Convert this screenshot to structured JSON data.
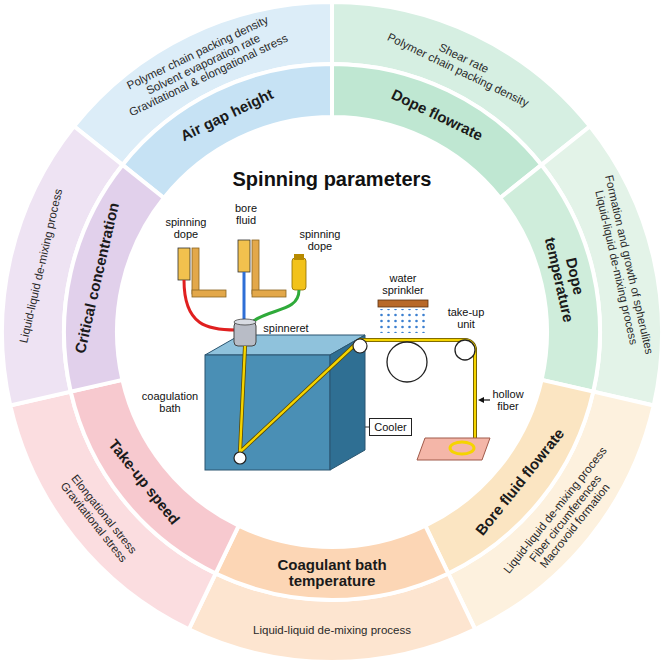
{
  "diagram": {
    "title": "Spinning parameters",
    "nodes": [
      {
        "text": [
          "Air gap height",
          "Polymer chain packing density",
          "Solvent evaporation rate",
          "Gravitational & elongational stress"
        ]
      },
      {
        "text": [
          "Dope flowrate",
          "Shear rate",
          "Polymer chain packing density"
        ]
      },
      {
        "text": [
          "Dope temperature",
          "Formation and growth of spherulites",
          "Liquid-liquid de-mixing process"
        ]
      },
      {
        "text": [
          "Bore fluid flowrate",
          "Liquid-liquid de-mixing process",
          "Fiber circumferences",
          "Macrovoid formation"
        ]
      },
      {
        "text": [
          "Coagulant bath temperature",
          "Liquid-liquid de-mixing process"
        ]
      },
      {
        "text": [
          "Take-up speed",
          "Elongational stress",
          "Gravitational stress"
        ]
      },
      {
        "text": [
          "Critical concentration",
          "Liquid-liquid de-mixing process"
        ]
      },
      {
        "text": [
          "Cooler"
        ]
      }
    ],
    "labels": [
      "spinning dope",
      "bore fluid",
      "spinning dope",
      "spinneret",
      "water sprinkler",
      "take-up unit",
      "coagulation bath",
      "hollow fiber"
    ]
  }
}
